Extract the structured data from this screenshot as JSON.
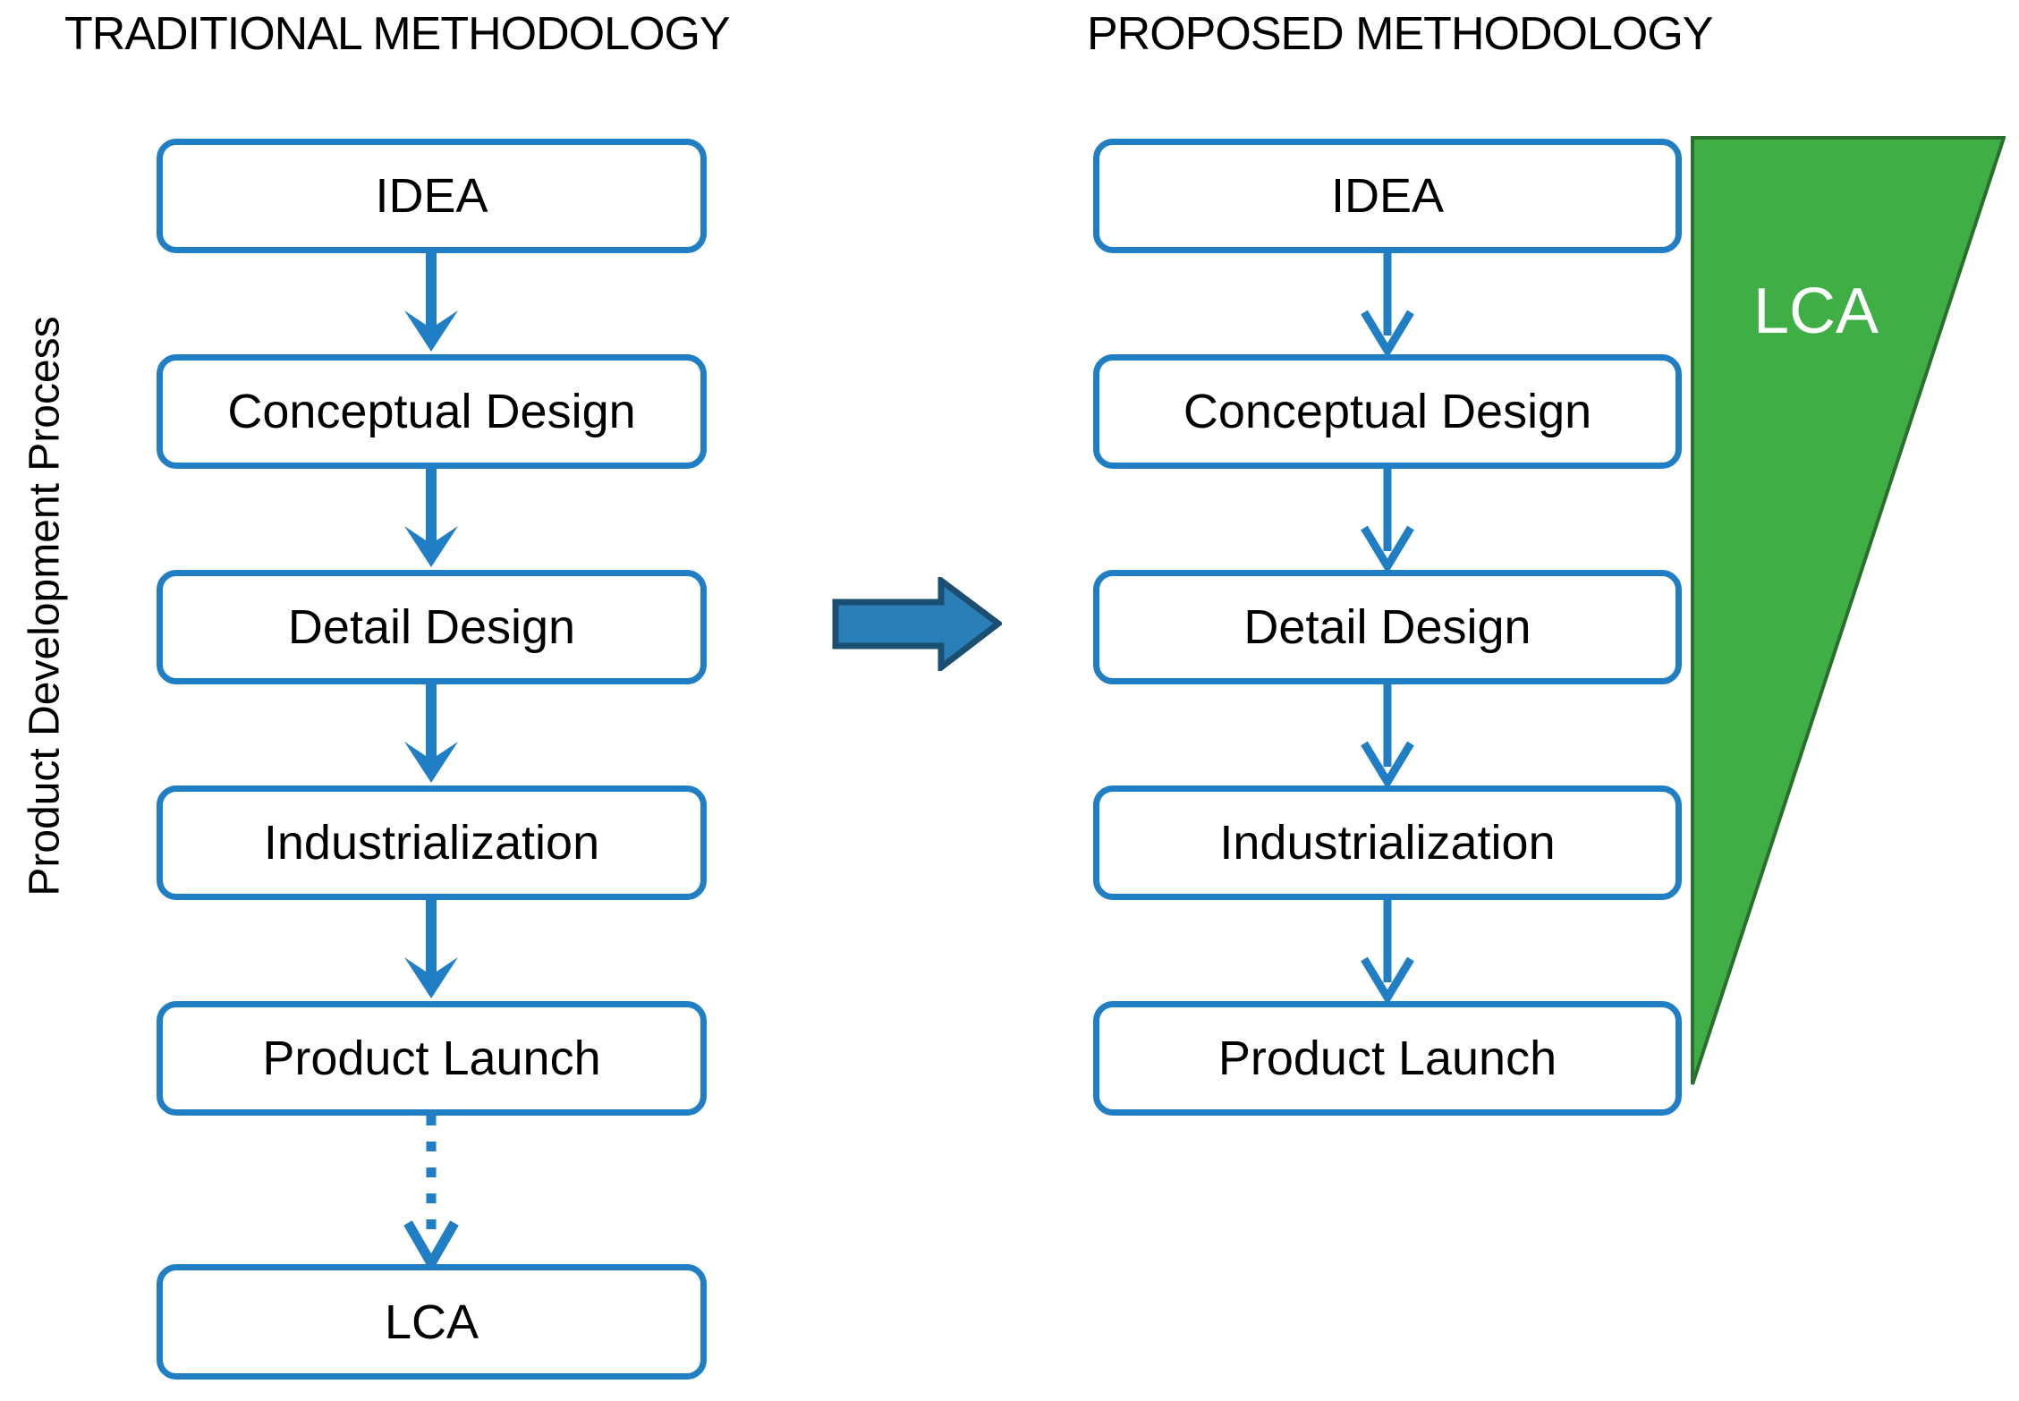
{
  "diagram": {
    "title_left": "TRADITIONAL METHODOLOGY",
    "title_right": "PROPOSED METHODOLOGY",
    "axis_label": "Product Development Process",
    "colors": {
      "box_border": "#1f7ec4",
      "arrow": "#1f7ec4",
      "big_arrow_fill": "#2a7fb8",
      "big_arrow_stroke": "#1b4f72",
      "triangle_fill": "#3fae44",
      "triangle_stroke": "#2b6f2e",
      "text": "#000000",
      "triangle_text": "#ffffff",
      "background": "#ffffff"
    }
  },
  "traditional": {
    "steps": [
      {
        "label": "IDEA"
      },
      {
        "label": "Conceptual Design"
      },
      {
        "label": "Detail Design"
      },
      {
        "label": "Industrialization"
      },
      {
        "label": "Product Launch"
      },
      {
        "label": "LCA"
      }
    ],
    "connector_styles": [
      "solid",
      "solid",
      "solid",
      "solid",
      "dotted"
    ]
  },
  "proposed": {
    "steps": [
      {
        "label": "IDEA"
      },
      {
        "label": "Conceptual Design"
      },
      {
        "label": "Detail Design"
      },
      {
        "label": "Industrialization"
      },
      {
        "label": "Product Launch"
      }
    ],
    "connector_styles": [
      "solid",
      "solid",
      "solid",
      "solid"
    ],
    "lca_band_label": "LCA"
  }
}
